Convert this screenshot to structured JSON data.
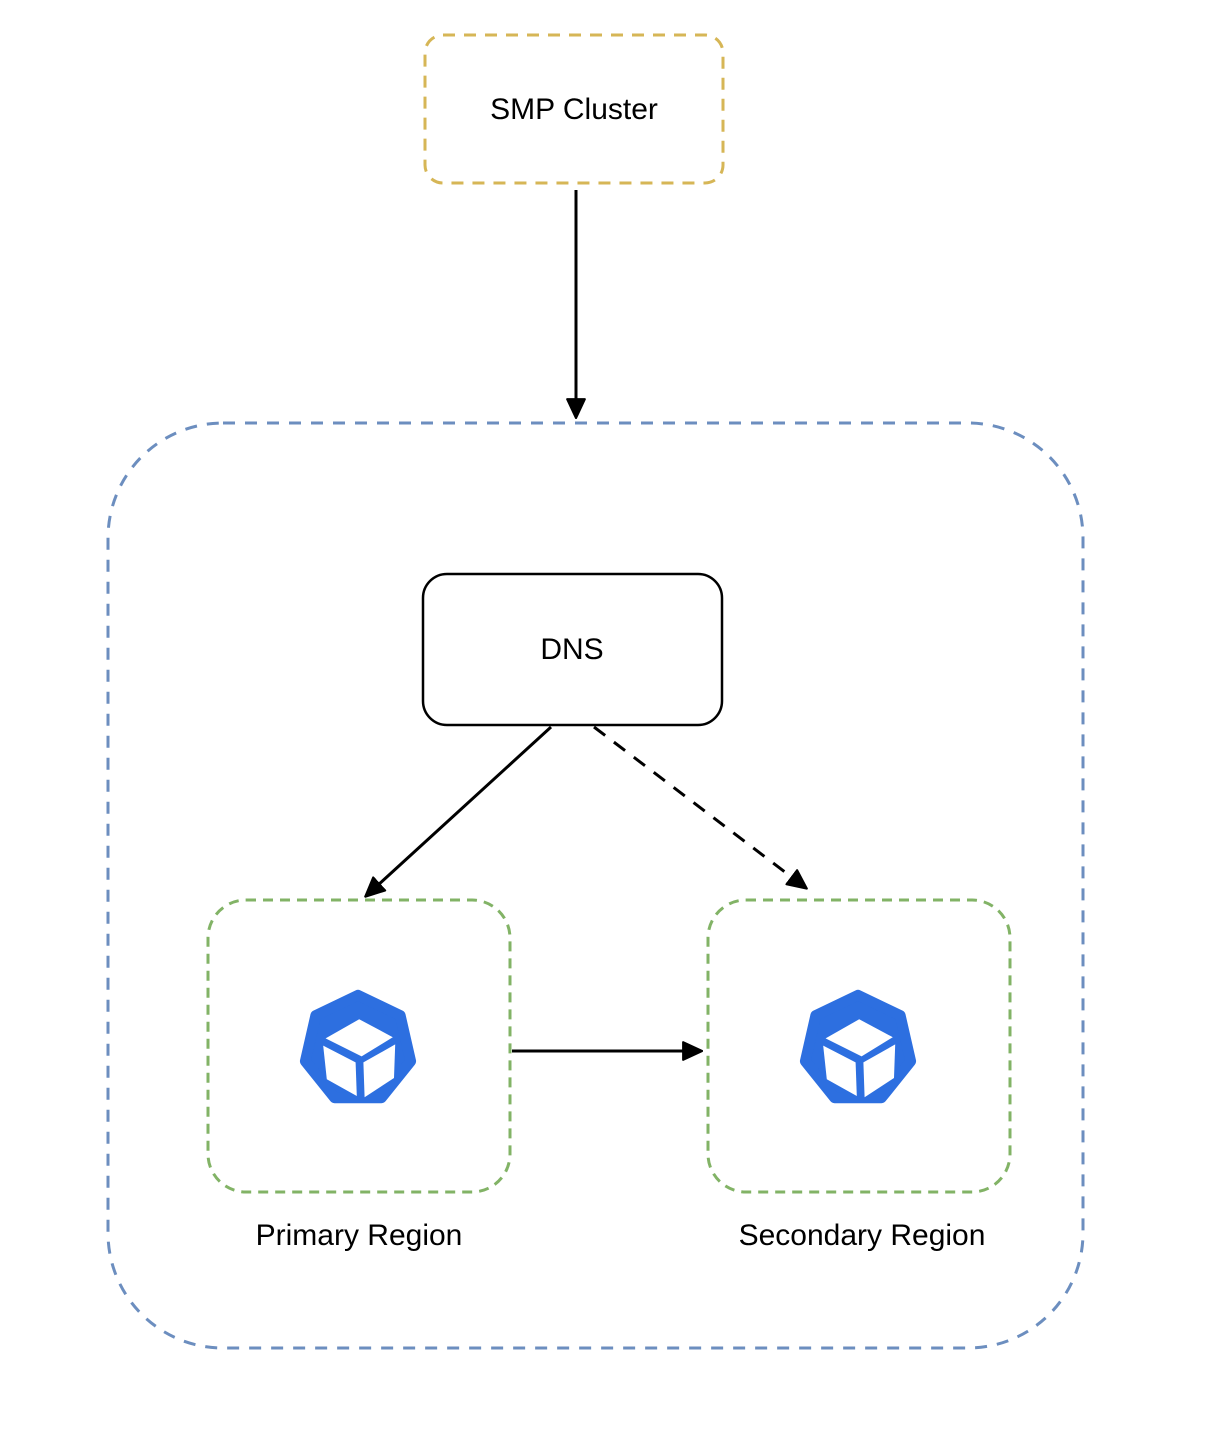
{
  "diagram": {
    "title": "SMP Cluster multi-region DNS failover diagram",
    "nodes": {
      "smp_cluster": {
        "label": "SMP Cluster",
        "shape": "rounded-rect-dashed"
      },
      "dns": {
        "label": "DNS",
        "shape": "rounded-rect-solid"
      },
      "primary_region": {
        "label": "Primary Region",
        "shape": "rounded-rect-dashed",
        "icon": "kubernetes-cluster-icon"
      },
      "secondary_region": {
        "label": "Secondary Region",
        "shape": "rounded-rect-dashed",
        "icon": "kubernetes-cluster-icon"
      }
    },
    "container": {
      "label": "",
      "shape": "large-rounded-rect-dashed"
    },
    "edges": [
      {
        "from": "smp_cluster",
        "to": "container",
        "style": "solid",
        "arrow": "end"
      },
      {
        "from": "dns",
        "to": "primary_region",
        "style": "solid",
        "arrow": "end"
      },
      {
        "from": "dns",
        "to": "secondary_region",
        "style": "dashed",
        "arrow": "end"
      },
      {
        "from": "primary_region",
        "to": "secondary_region",
        "style": "solid",
        "arrow": "end"
      }
    ],
    "colors": {
      "smp_border": "#d6b656",
      "container_border": "#6c8ebf",
      "region_border": "#82b366",
      "dns_border": "#000000",
      "arrow": "#000000",
      "icon_blue": "#2d6fe0",
      "icon_cube": "#ffffff",
      "background": "#ffffff",
      "label_text": "#000000"
    }
  }
}
